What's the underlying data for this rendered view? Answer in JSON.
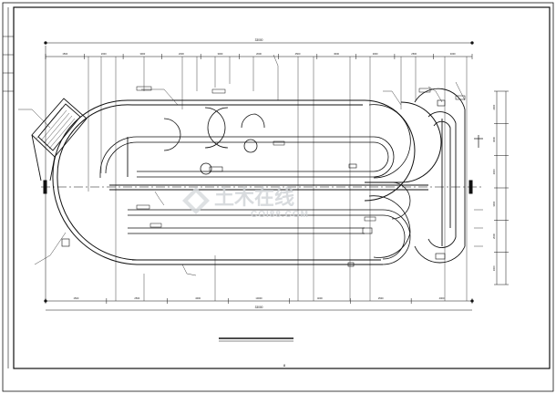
{
  "drawing": {
    "overall_dim_top": "33000",
    "overall_dim_bottom": "33000",
    "top_segments": [
      "1500",
      "2000",
      "3000",
      "2000",
      "3000",
      "2000",
      "4500",
      "3000",
      "2000",
      "2500",
      "4000"
    ],
    "bottom_segments": [
      "1500",
      "2500",
      "4000",
      "10000",
      "4000",
      "2500",
      "4000"
    ],
    "right_segments": [
      "2000",
      "3000",
      "2000",
      "3000",
      "2000",
      "1000"
    ],
    "sheet_number": "8"
  },
  "watermark": {
    "text": "土木在线",
    "subtext": "COI88.COM"
  },
  "colors": {
    "line": "#111111",
    "paper": "#ffffff",
    "watermark": "#cfd3d6"
  }
}
